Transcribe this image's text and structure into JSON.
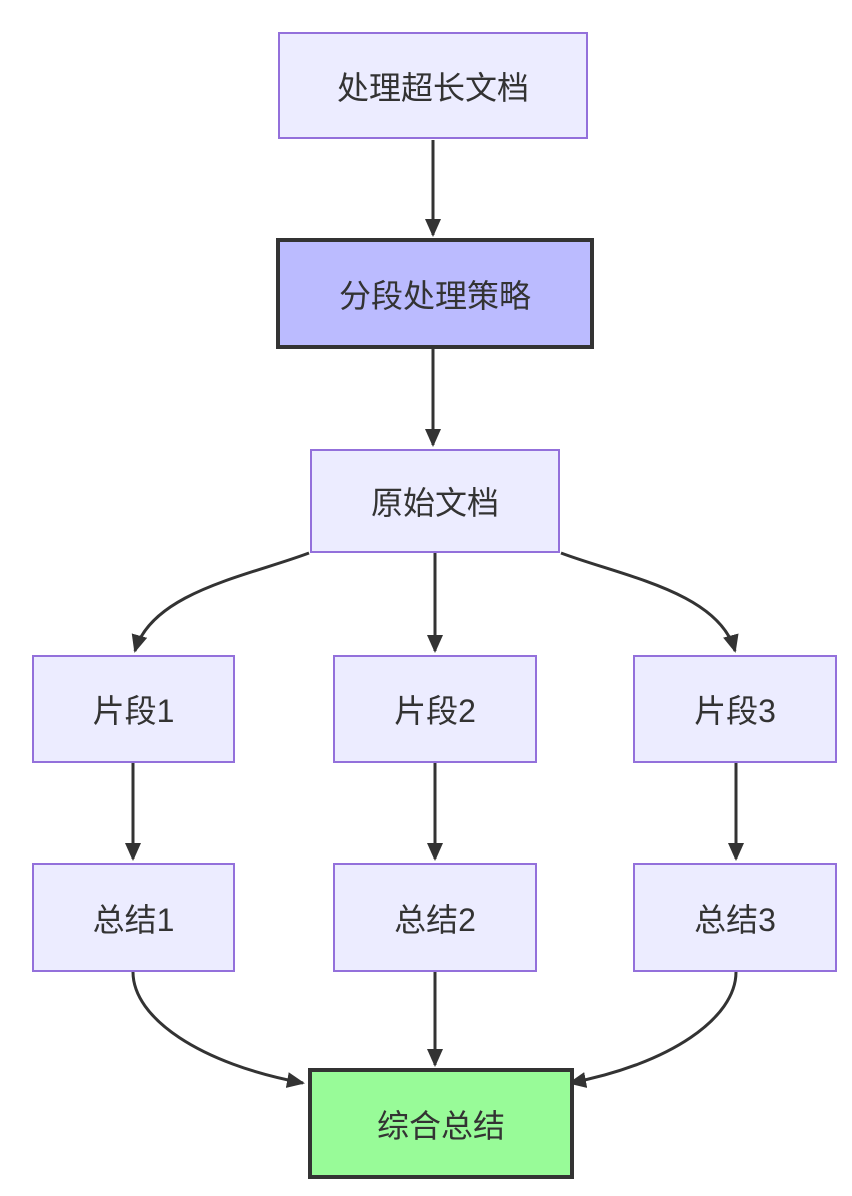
{
  "diagram": {
    "type": "flowchart",
    "direction": "top-down",
    "nodes": {
      "process_long_doc": {
        "label": "处理超长文档",
        "style": "default"
      },
      "segment_strategy": {
        "label": "分段处理策略",
        "style": "highlight"
      },
      "original_doc": {
        "label": "原始文档",
        "style": "default"
      },
      "fragment1": {
        "label": "片段1",
        "style": "default"
      },
      "fragment2": {
        "label": "片段2",
        "style": "default"
      },
      "fragment3": {
        "label": "片段3",
        "style": "default"
      },
      "summary1": {
        "label": "总结1",
        "style": "default"
      },
      "summary2": {
        "label": "总结2",
        "style": "default"
      },
      "summary3": {
        "label": "总结3",
        "style": "default"
      },
      "final_summary": {
        "label": "综合总结",
        "style": "success"
      }
    },
    "edges": [
      {
        "from": "process_long_doc",
        "to": "segment_strategy"
      },
      {
        "from": "segment_strategy",
        "to": "original_doc"
      },
      {
        "from": "original_doc",
        "to": "fragment1"
      },
      {
        "from": "original_doc",
        "to": "fragment2"
      },
      {
        "from": "original_doc",
        "to": "fragment3"
      },
      {
        "from": "fragment1",
        "to": "summary1"
      },
      {
        "from": "fragment2",
        "to": "summary2"
      },
      {
        "from": "fragment3",
        "to": "summary3"
      },
      {
        "from": "summary1",
        "to": "final_summary"
      },
      {
        "from": "summary2",
        "to": "final_summary"
      },
      {
        "from": "summary3",
        "to": "final_summary"
      }
    ],
    "colors": {
      "node_fill": "#ECECFF",
      "node_border": "#9370DB",
      "highlight_fill": "#BBBBFF",
      "highlight_border": "#333333",
      "success_fill": "#98FB98",
      "success_border": "#333333",
      "edge_color": "#333333",
      "text_color": "#333333",
      "background": "#FFFFFF"
    }
  }
}
